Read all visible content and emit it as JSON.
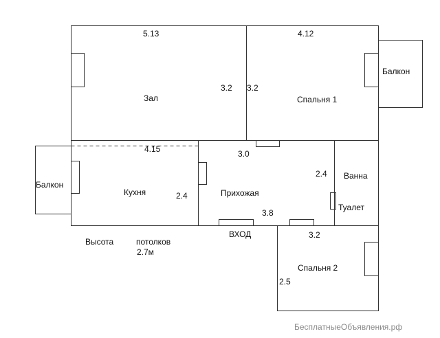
{
  "rooms": {
    "zal": "Зал",
    "spalnya1": "Спальня  1",
    "spalnya2": "Спальня  2",
    "kukhnya": "Кухня",
    "prikhozhaya": "Прихожая",
    "vanna": "Ванна",
    "tualet": "Туалет",
    "balkon_right": "Балкон",
    "balkon_left": "Балкон"
  },
  "dimensions": {
    "zal_top": "5.13",
    "spalnya1_top": "4.12",
    "zal_right": "3.2",
    "spalnya1_left": "3.2",
    "kukhnya_top": "4.15",
    "prikhozhaya_top": "3.0",
    "vanna_left": "2.4",
    "kukhnya_right": "2.4",
    "prikhozhaya_bottom": "3.8",
    "spalnya2_top": "3.2",
    "spalnya2_left": "2.5"
  },
  "entrance": "ВХОД",
  "ceiling": {
    "word1": "Высота",
    "word2": "потолков",
    "value": "2.7м"
  },
  "watermark": "БесплатныеОбъявления.рф",
  "colors": {
    "line": "#333333",
    "text": "#111111",
    "watermark": "#8a8a8a"
  }
}
